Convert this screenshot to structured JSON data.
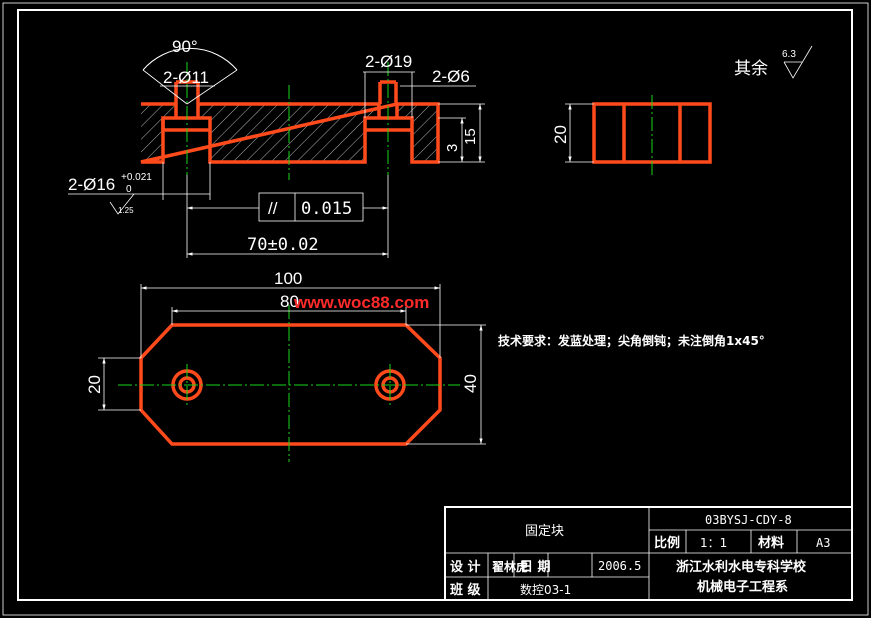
{
  "colors": {
    "background": "#000000",
    "outline": "#ff4a1c",
    "centerline": "#19d619",
    "line": "#ffffff",
    "watermark": "#ff2a2a"
  },
  "front_view": {
    "angle": "90°",
    "hole_small": "2-Ø11",
    "hole_large": "2-Ø19",
    "hole_pin": "2-Ø6",
    "depth_3": "3",
    "height_15": "15",
    "tolerance_hole": "2-Ø16",
    "tol_upper": "+0.021",
    "tol_lower": "0",
    "roughness_local": "1.25",
    "parallelism_symbol": "//",
    "parallelism_value": "0.015",
    "spacing": "70±0.02"
  },
  "side_view": {
    "height": "20"
  },
  "roughness_note": {
    "label": "其余",
    "value": "6.3"
  },
  "top_view": {
    "overall_length": "100",
    "inner_length": "80",
    "left_height": "20",
    "right_height": "40"
  },
  "watermark": "www.woc88.com",
  "tech_requirements": "技术要求：发蓝处理；尖角倒钝；未注倒角1x45°",
  "title_block": {
    "part_name": "固定块",
    "drawing_no": "03BYSJ-CDY-8",
    "scale_label": "比例",
    "scale_value": "1：1",
    "material_label": "材料",
    "material_value": "A3",
    "design_label": "设 计",
    "designer": "翟林虎",
    "date_label": "日 期",
    "date_value": "2006.5",
    "class_label": "班 级",
    "class_value": "数控03-1",
    "school": "浙江水利水电专科学校",
    "department": "机械电子工程系"
  }
}
